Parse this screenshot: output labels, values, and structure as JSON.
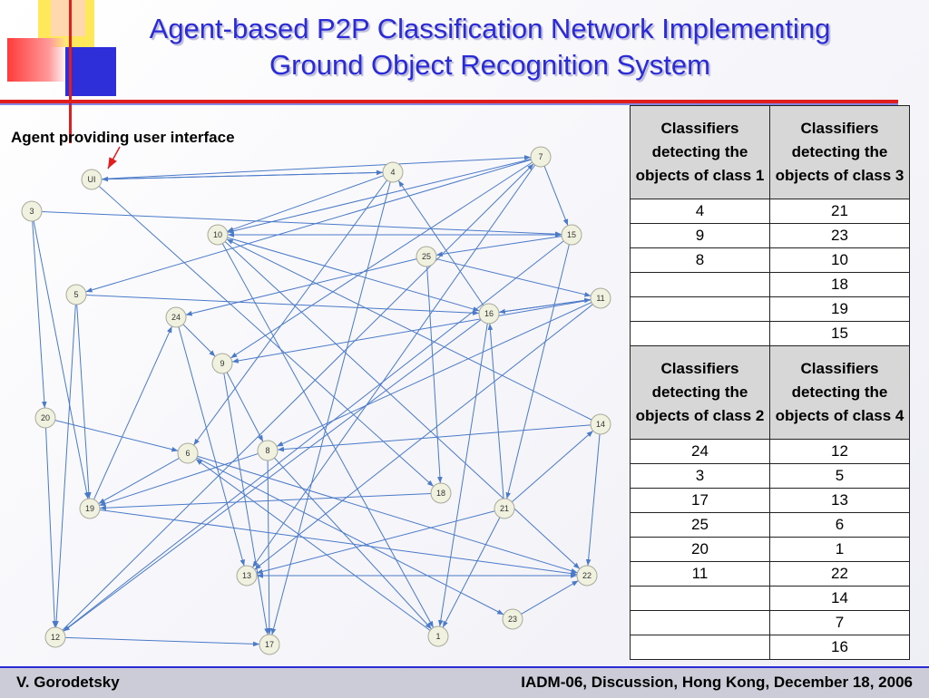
{
  "title": {
    "line1": "Agent-based P2P Classification Network Implementing",
    "line2": "Ground Object Recognition System"
  },
  "ui_agent_label": "Agent providing user interface",
  "colors": {
    "title": "#2a2ad6",
    "accent_red": "#e01e1e",
    "edge": "#4a7ac8",
    "node_fill": "#f1f1df"
  },
  "graph": {
    "nodes": [
      {
        "id": "UI",
        "label": "UI"
      },
      {
        "id": "1",
        "label": "1"
      },
      {
        "id": "3",
        "label": "3"
      },
      {
        "id": "4",
        "label": "4"
      },
      {
        "id": "5",
        "label": "5"
      },
      {
        "id": "6",
        "label": "6"
      },
      {
        "id": "7",
        "label": "7"
      },
      {
        "id": "8",
        "label": "8"
      },
      {
        "id": "9",
        "label": "9"
      },
      {
        "id": "10",
        "label": "10"
      },
      {
        "id": "11",
        "label": "11"
      },
      {
        "id": "12",
        "label": "12"
      },
      {
        "id": "13",
        "label": "13"
      },
      {
        "id": "14",
        "label": "14"
      },
      {
        "id": "15",
        "label": "15"
      },
      {
        "id": "16",
        "label": "16"
      },
      {
        "id": "17",
        "label": "17"
      },
      {
        "id": "18",
        "label": "18"
      },
      {
        "id": "19",
        "label": "19"
      },
      {
        "id": "20",
        "label": "20"
      },
      {
        "id": "21",
        "label": "21"
      },
      {
        "id": "22",
        "label": "22"
      },
      {
        "id": "23",
        "label": "23"
      },
      {
        "id": "24",
        "label": "24"
      },
      {
        "id": "25",
        "label": "25"
      }
    ],
    "edges": [
      [
        "UI",
        "4"
      ],
      [
        "4",
        "UI"
      ],
      [
        "UI",
        "7"
      ],
      [
        "UI",
        "18"
      ],
      [
        "3",
        "15"
      ],
      [
        "3",
        "20"
      ],
      [
        "3",
        "19"
      ],
      [
        "4",
        "6"
      ],
      [
        "4",
        "17"
      ],
      [
        "4",
        "10"
      ],
      [
        "7",
        "15"
      ],
      [
        "7",
        "5"
      ],
      [
        "7",
        "9"
      ],
      [
        "7",
        "13"
      ],
      [
        "7",
        "10"
      ],
      [
        "10",
        "15"
      ],
      [
        "15",
        "10"
      ],
      [
        "10",
        "16"
      ],
      [
        "10",
        "1"
      ],
      [
        "10",
        "22"
      ],
      [
        "15",
        "12"
      ],
      [
        "15",
        "25"
      ],
      [
        "15",
        "21"
      ],
      [
        "25",
        "18"
      ],
      [
        "25",
        "11"
      ],
      [
        "25",
        "24"
      ],
      [
        "5",
        "19"
      ],
      [
        "5",
        "12"
      ],
      [
        "5",
        "16"
      ],
      [
        "24",
        "9"
      ],
      [
        "24",
        "13"
      ],
      [
        "11",
        "16"
      ],
      [
        "16",
        "11"
      ],
      [
        "11",
        "9"
      ],
      [
        "11",
        "8"
      ],
      [
        "11",
        "13"
      ],
      [
        "16",
        "12"
      ],
      [
        "16",
        "1"
      ],
      [
        "16",
        "4"
      ],
      [
        "9",
        "8"
      ],
      [
        "9",
        "17"
      ],
      [
        "14",
        "8"
      ],
      [
        "14",
        "22"
      ],
      [
        "14",
        "10"
      ],
      [
        "20",
        "6"
      ],
      [
        "20",
        "12"
      ],
      [
        "6",
        "22"
      ],
      [
        "6",
        "23"
      ],
      [
        "6",
        "19"
      ],
      [
        "8",
        "17"
      ],
      [
        "8",
        "1"
      ],
      [
        "8",
        "19"
      ],
      [
        "18",
        "19"
      ],
      [
        "21",
        "1"
      ],
      [
        "21",
        "13"
      ],
      [
        "21",
        "14"
      ],
      [
        "21",
        "16"
      ],
      [
        "19",
        "22"
      ],
      [
        "19",
        "24"
      ],
      [
        "13",
        "22"
      ],
      [
        "22",
        "13"
      ],
      [
        "12",
        "17"
      ],
      [
        "12",
        "7"
      ],
      [
        "1",
        "6"
      ],
      [
        "23",
        "22"
      ]
    ]
  },
  "table": {
    "header_a": {
      "col1": "Classifiers detecting the objects of class  1",
      "col2": "Classifiers detecting the objects of class  3"
    },
    "rows_a": [
      [
        "4",
        "21"
      ],
      [
        "9",
        "23"
      ],
      [
        "8",
        "10"
      ],
      [
        "",
        "18"
      ],
      [
        "",
        "19"
      ],
      [
        "",
        "15"
      ]
    ],
    "header_b": {
      "col1": "Classifiers detecting the objects of class 2",
      "col2": "Classifiers detecting the objects of class 4"
    },
    "rows_b": [
      [
        "24",
        "12"
      ],
      [
        "3",
        "5"
      ],
      [
        "17",
        "13"
      ],
      [
        "25",
        "6"
      ],
      [
        "20",
        "1"
      ],
      [
        "11",
        "22"
      ],
      [
        "",
        "14"
      ],
      [
        "",
        "7"
      ],
      [
        "",
        "16"
      ]
    ]
  },
  "footer": {
    "author": "V. Gorodetsky",
    "event": "IADM-06, Discussion, Hong Kong, December 18, 2006"
  }
}
